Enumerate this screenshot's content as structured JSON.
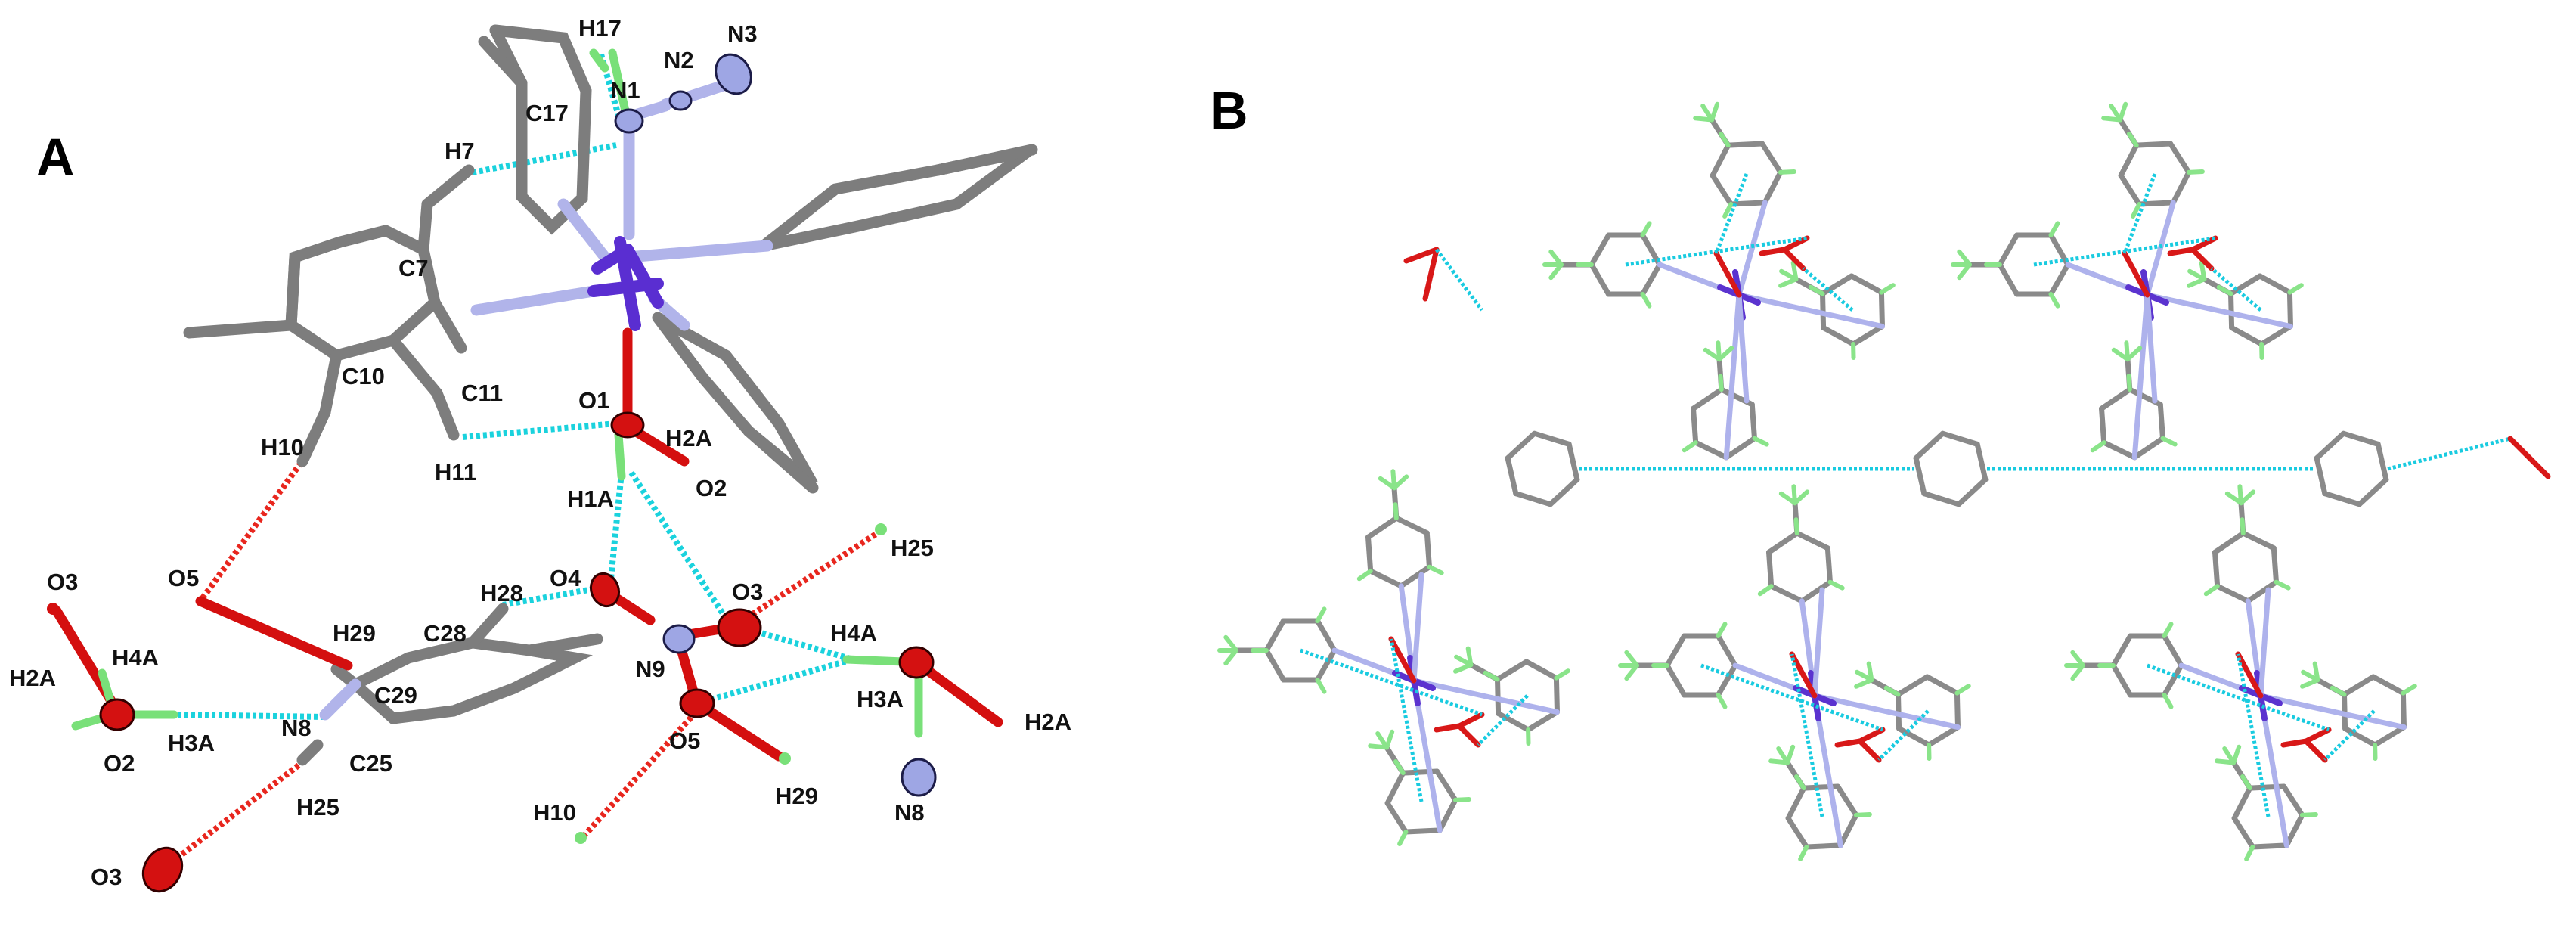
{
  "panels": {
    "a": {
      "letter": "A"
    },
    "b": {
      "letter": "B"
    }
  },
  "colors": {
    "carbon": "#7d7d7d",
    "nitrogen": "#b1b4ea",
    "metal": "#5a2ed1",
    "oxygen": "#d40f0f",
    "hydrogen": "#79e079",
    "hbond_cyan": "#1ad2dd",
    "hbond_red": "#e8261e"
  },
  "labels": {
    "H17": "H17",
    "N2": "N2",
    "N3": "N3",
    "N1": "N1",
    "C17": "C17",
    "H7": "H7",
    "C7": "C7",
    "C10": "C10",
    "C11": "C11",
    "O1": "O1",
    "H2A_top": "H2A",
    "H10_top": "H10",
    "H11": "H11",
    "H1A": "H1A",
    "O2_top": "O2",
    "H25_right": "H25",
    "O3_left": "O3",
    "O5_left": "O5",
    "H28": "H28",
    "O4": "O4",
    "O3_mid": "O3",
    "H2A_left": "H2A",
    "H4A_left": "H4A",
    "H29_mid": "H29",
    "C28": "C28",
    "N9": "N9",
    "H4A_right": "H4A",
    "O2_left": "O2",
    "H3A_left": "H3A",
    "N8_mid": "N8",
    "C29": "C29",
    "H3A_right": "H3A",
    "H2A_right": "H2A",
    "C25": "C25",
    "O5_mid": "O5",
    "H25_bottom": "H25",
    "H29_bottom": "H29",
    "N8_bottom": "N8",
    "H10_bottom": "H10",
    "O3_bottom": "O3"
  }
}
